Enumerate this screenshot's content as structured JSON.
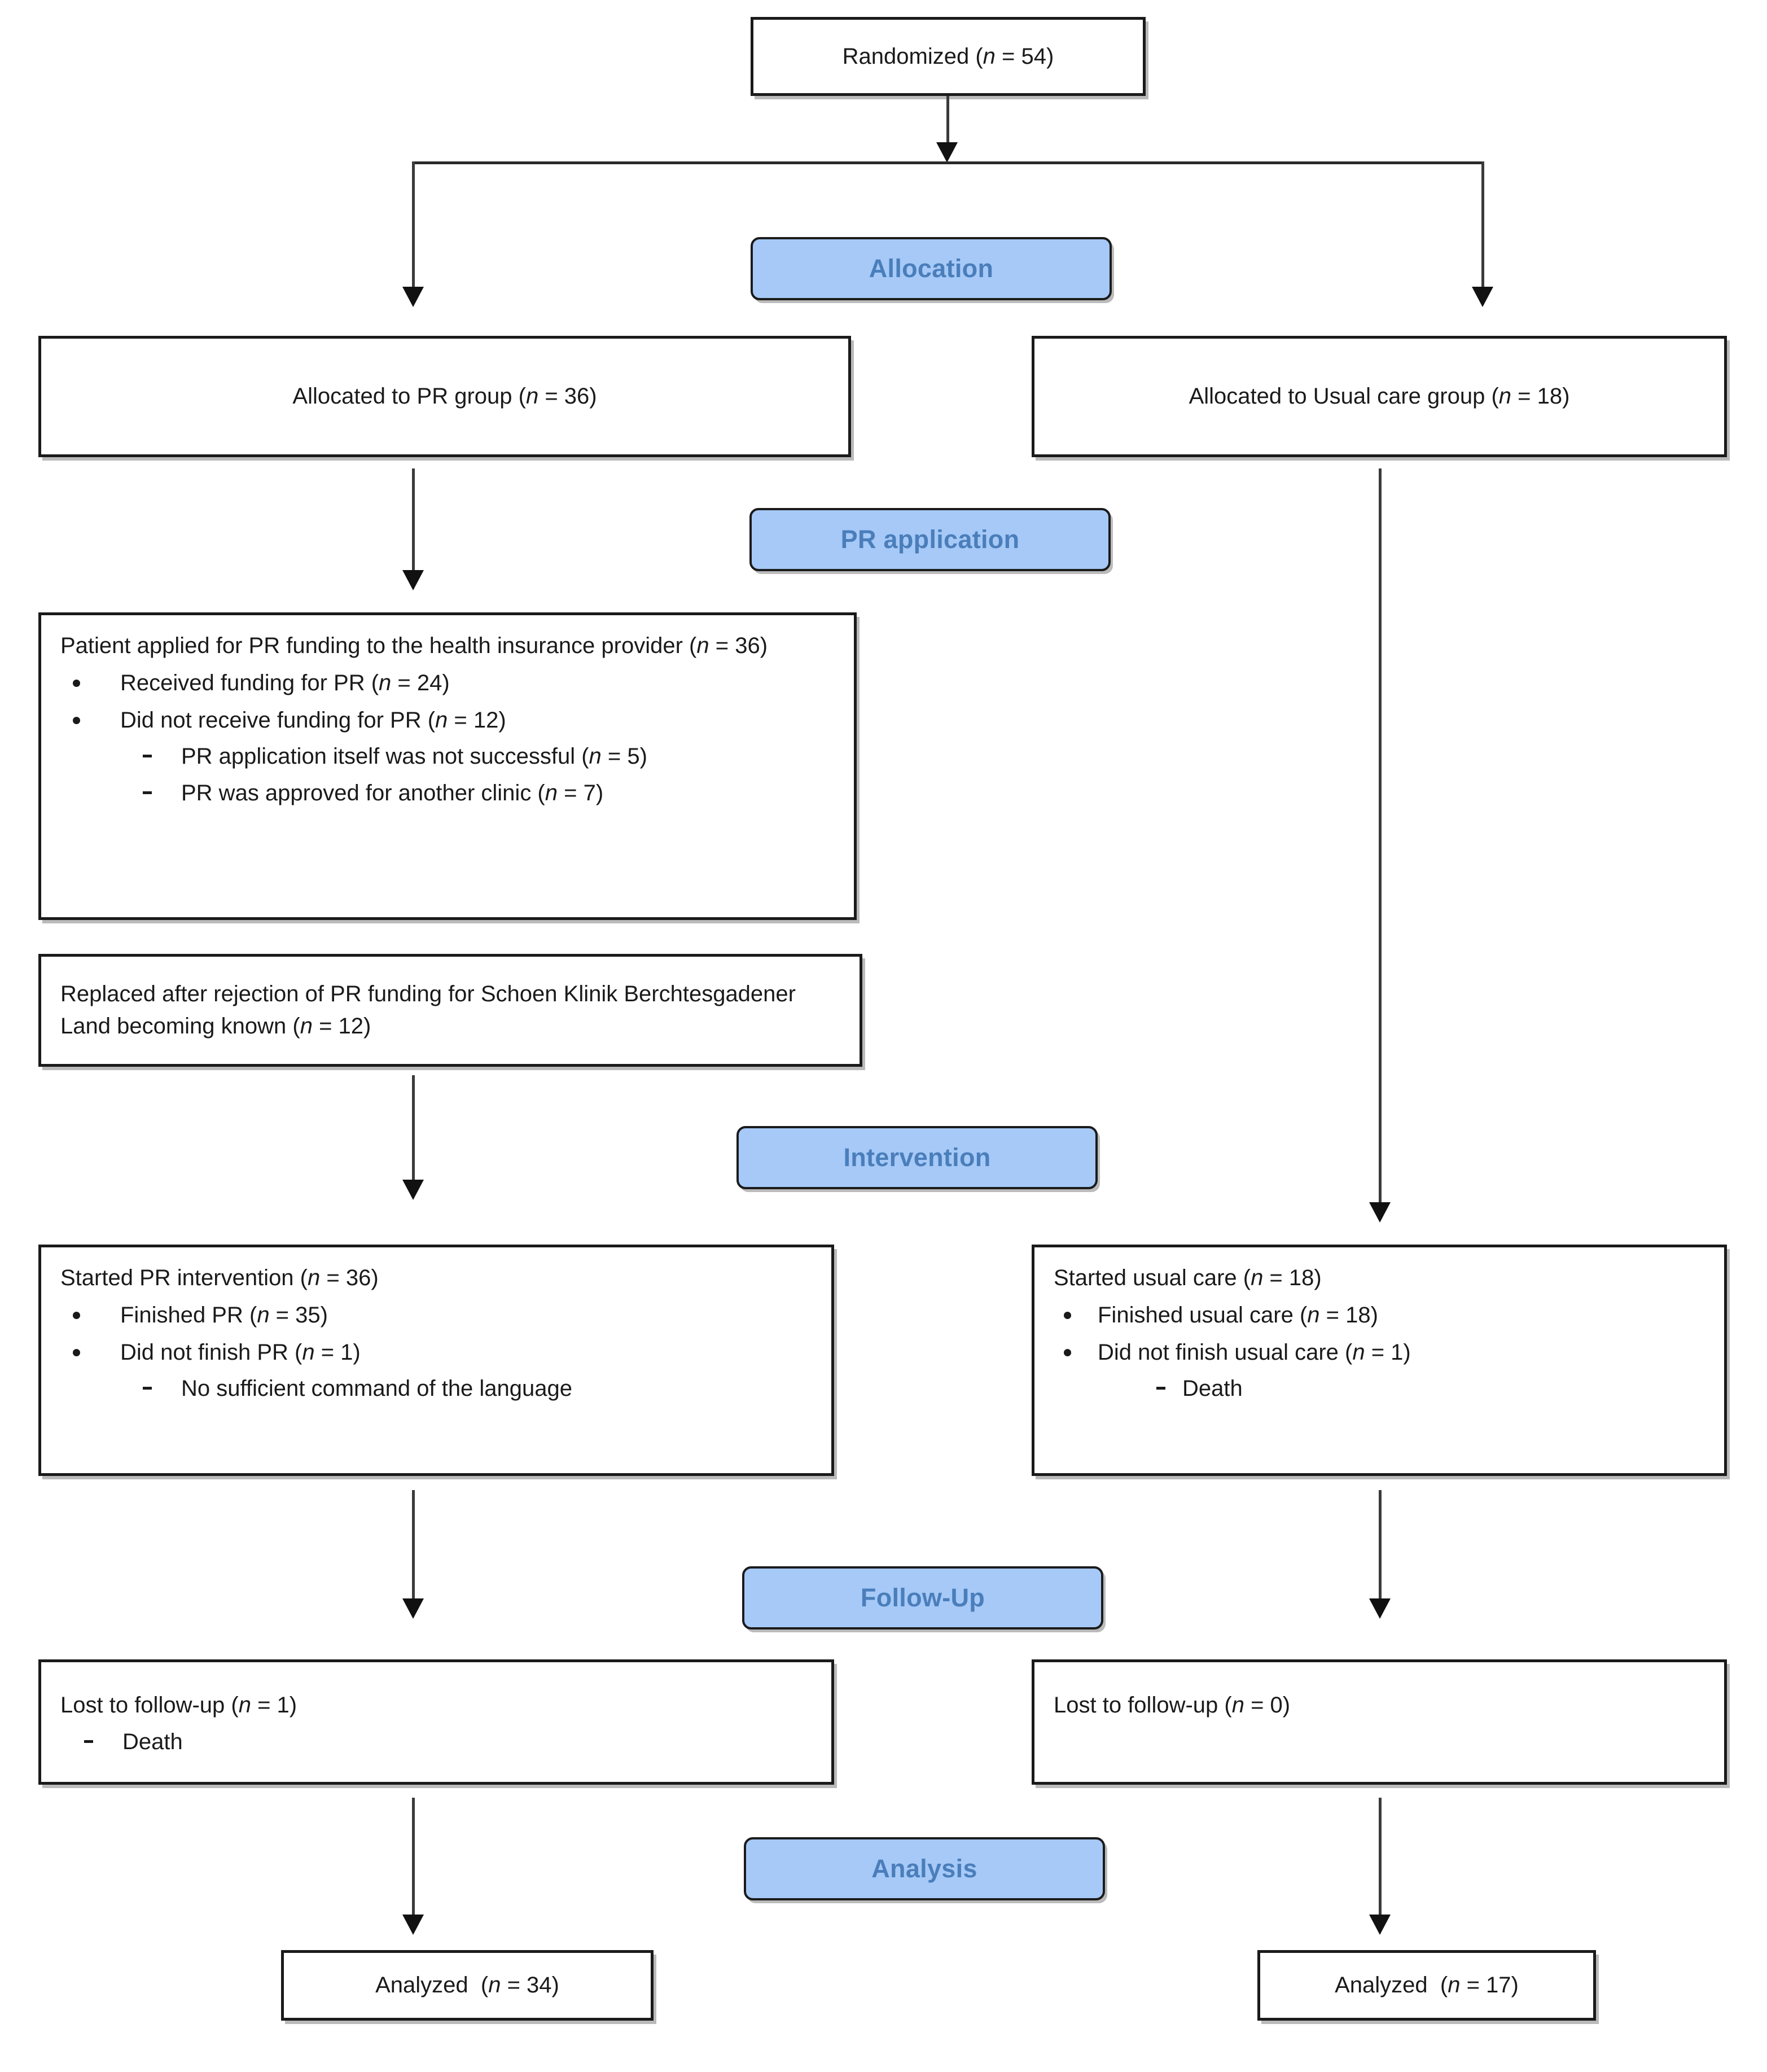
{
  "diagram": {
    "title": "CONSORT participant flow diagram",
    "accent_blue": "#A6C9F7",
    "banner_text_color": "#4A7EBB",
    "box_border_color": "#1a1a1a"
  },
  "top": {
    "randomized": "Randomized (n = 54)"
  },
  "stages": {
    "allocation": "Allocation",
    "pr_application": "PR application",
    "intervention": "Intervention",
    "follow_up": "Follow-Up",
    "analysis": "Analysis"
  },
  "allocation": {
    "left": "Allocated to PR group (n = 36)",
    "right": "Allocated to Usual care group (n = 18)"
  },
  "pr_application": {
    "headline": "Patient applied for PR funding to the health insurance provider (n = 36)",
    "bullets": [
      {
        "text": "Received funding for PR (n = 24)",
        "sub": []
      },
      {
        "text": "Did not receive funding for PR (n = 12)",
        "sub": [
          "PR application itself was not successful (n = 5)",
          "PR was approved for another clinic (n = 7)"
        ]
      }
    ],
    "replaced_box": "Replaced after rejection of PR funding for Schoen Klinik Berchtesgadener Land becoming known (n = 12)"
  },
  "intervention": {
    "left": {
      "headline": "Started PR intervention (n = 36)",
      "bullets": [
        {
          "text": "Finished PR (n = 35)",
          "sub": []
        },
        {
          "text": "Did not finish PR (n = 1)",
          "sub": [
            "No sufficient command of the language"
          ]
        }
      ]
    },
    "right": {
      "headline": "Started usual care (n = 18)",
      "bullets": [
        {
          "text": "Finished usual care (n = 18)",
          "sub": []
        },
        {
          "text": "Did not finish usual care (n = 1)",
          "sub": [
            "Death"
          ]
        }
      ]
    }
  },
  "follow_up": {
    "left": {
      "headline": "Lost to follow-up (n = 1)",
      "sub": [
        "Death"
      ]
    },
    "right": {
      "headline": "Lost to follow-up (n = 0)",
      "sub": []
    }
  },
  "analysis": {
    "left": "Analyzed  (n = 34)",
    "right": "Analyzed  (n = 17)"
  }
}
